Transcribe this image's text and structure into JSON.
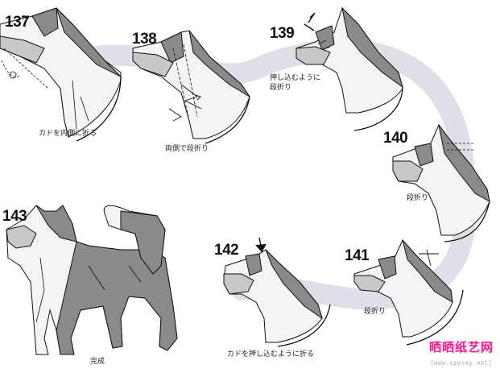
{
  "steps": [
    {
      "number": "137",
      "caption": "カドを内側に折る"
    },
    {
      "number": "138",
      "caption": "両側で段折り"
    },
    {
      "number": "139",
      "caption": "押し込むように段折り",
      "caption_lines": [
        "押し込むように",
        "段折り"
      ]
    },
    {
      "number": "140",
      "caption": "段折り"
    },
    {
      "number": "141",
      "caption": "段折り"
    },
    {
      "number": "142",
      "caption": "カドを押し込むように折る"
    },
    {
      "number": "143",
      "caption": "完成"
    }
  ],
  "watermark": {
    "brand": "晒晒纸艺网",
    "url": "[www.saysay.net]"
  },
  "colors": {
    "paper_dark": "#8a8a8a",
    "paper_light": "#f4f4f4",
    "flow_path": "#dcdce4",
    "ink": "#111111",
    "brand": "#ff1493"
  }
}
